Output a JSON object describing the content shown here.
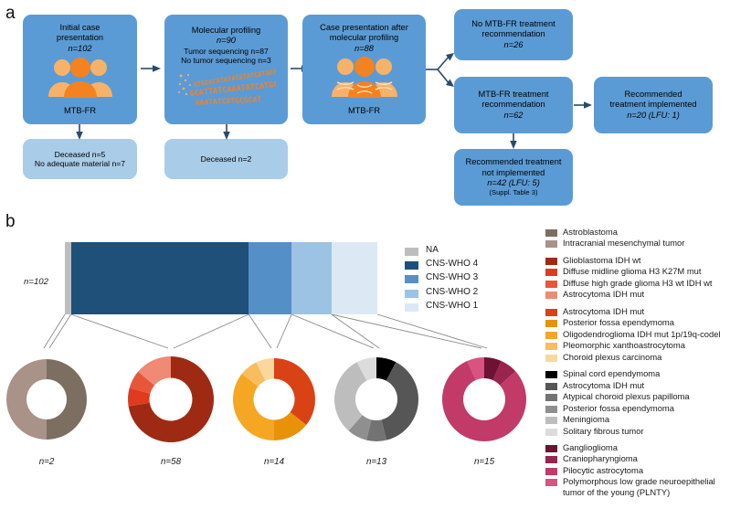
{
  "panels": {
    "a": "a",
    "b": "b"
  },
  "flow": {
    "boxes": [
      {
        "id": "initial-case-presentation",
        "title": "Initial case",
        "title2": "presentation",
        "n": "n=102",
        "icon": "people-icon",
        "footer": "MTB-FR"
      },
      {
        "id": "molecular-profiling",
        "title": "Molecular profiling",
        "n": "n=90",
        "line3": "Tumor sequencing n=87",
        "line4": "No tumor sequencing n=3",
        "icon": "dna-icon"
      },
      {
        "id": "case-presentation-after-profiling",
        "title": "Case presentation after",
        "title2": "molecular profiling",
        "n": "n=88",
        "icon": "people-dna-icon",
        "footer": "MTB-FR"
      },
      {
        "id": "deceased-no-material",
        "line1": "Deceased n=5",
        "line2": "No adequate material n=7"
      },
      {
        "id": "deceased-2",
        "line1": "Deceased n=2"
      },
      {
        "id": "no-mtb-recommendation",
        "title": "No MTB-FR treatment",
        "title2": "recommendation",
        "n": "n=26"
      },
      {
        "id": "mtb-recommendation",
        "title": "MTB-FR treatment",
        "title2": "recommendation",
        "n": "n=62"
      },
      {
        "id": "treatment-implemented",
        "title": "Recommended",
        "title2": "treatment implemented",
        "n": "n=20 (LFU: 1)"
      },
      {
        "id": "treatment-not-implemented",
        "title": "Recommended treatment",
        "title2": "not implemented",
        "n": "n=42 (LFU: 5)",
        "note": "(Suppl. Table 3)"
      }
    ]
  },
  "chart_data": [
    {
      "type": "bar",
      "orientation": "horizontal-stacked",
      "title": "",
      "total_label": "n=102",
      "categories": [
        "NA",
        "CNS-WHO 4",
        "CNS-WHO 3",
        "CNS-WHO 2",
        "CNS-WHO 1"
      ],
      "values": [
        2,
        58,
        14,
        13,
        15
      ],
      "total": 102,
      "colors": [
        "#bdbdbd",
        "#1f5079",
        "#558fc8",
        "#9cc3e4",
        "#dce9f5"
      ],
      "legend_position": "right"
    },
    {
      "type": "pie",
      "subtype": "donut",
      "title": "NA",
      "n_label": "n=2",
      "total": 2,
      "labels": [
        "Astroblastoma",
        "Intracranial mesenchymal tumor"
      ],
      "values": [
        1,
        1
      ],
      "colors": [
        "#7d6e62",
        "#a99287"
      ]
    },
    {
      "type": "pie",
      "subtype": "donut",
      "title": "CNS-WHO 4",
      "n_label": "n=58",
      "total": 58,
      "labels": [
        "Glioblastoma IDH wt",
        "Diffuse midline glioma H3 K27M mut",
        "Diffuse high grade glioma H3 wt IDH wt",
        "Astrocytoma IDH mut"
      ],
      "values": [
        42,
        4,
        4,
        8
      ],
      "colors": [
        "#9e2a13",
        "#df3b1f",
        "#e8563a",
        "#ef8a74"
      ]
    },
    {
      "type": "pie",
      "subtype": "donut",
      "title": "CNS-WHO 3",
      "n_label": "n=14",
      "total": 14,
      "labels": [
        "Astrocytoma IDH mut",
        "Posterior fossa ependymoma",
        "Oligodendroglioma IDH mut 1p/19q-codel",
        "Pleomorphic xanthoastrocytoma",
        "Choroid plexus carcinoma"
      ],
      "values": [
        5,
        2,
        5,
        1,
        1
      ],
      "colors": [
        "#d94215",
        "#e8920a",
        "#f5a623",
        "#f8bd5e",
        "#fad79b"
      ]
    },
    {
      "type": "pie",
      "subtype": "donut",
      "title": "CNS-WHO 2",
      "n_label": "n=13",
      "total": 13,
      "labels": [
        "Spinal cord ependymoma",
        "Astrocytoma IDH mut",
        "Atypical choroid plexus papilloma",
        "Posterior fossa ependymoma",
        "Meningioma",
        "Solitary fibrous tumor"
      ],
      "values": [
        1,
        5,
        1,
        1,
        4,
        1
      ],
      "colors": [
        "#000000",
        "#565656",
        "#737373",
        "#8f8f8f",
        "#bdbdbd",
        "#dcdcdc"
      ]
    },
    {
      "type": "pie",
      "subtype": "donut",
      "title": "CNS-WHO 1",
      "n_label": "n=15",
      "total": 15,
      "labels": [
        "Ganglioglioma",
        "Craniopharyngioma",
        "Pilocytic astrocytoma",
        "Polymorphous low grade neuroepithelial tumor of the young (PLNTY)"
      ],
      "values": [
        1,
        1,
        12,
        1
      ],
      "colors": [
        "#6d1232",
        "#99244d",
        "#c13a68",
        "#d8537f"
      ]
    }
  ],
  "who_legend": {
    "items": [
      {
        "label": "NA",
        "color": "#bdbdbd"
      },
      {
        "label": "CNS-WHO 4",
        "color": "#1f5079"
      },
      {
        "label": "CNS-WHO 3",
        "color": "#558fc8"
      },
      {
        "label": "CNS-WHO 2",
        "color": "#9cc3e4"
      },
      {
        "label": "CNS-WHO 1",
        "color": "#dce9f5"
      }
    ]
  },
  "tumor_legend": {
    "groups": [
      {
        "items": [
          {
            "label": "Astroblastoma",
            "color": "#7d6e62"
          },
          {
            "label": "Intracranial mesenchymal tumor",
            "color": "#a99287"
          }
        ]
      },
      {
        "items": [
          {
            "label": "Glioblastoma IDH wt",
            "color": "#9e2a13"
          },
          {
            "label": "Diffuse midline glioma H3 K27M mut",
            "color": "#df3b1f"
          },
          {
            "label": "Diffuse high grade glioma H3 wt IDH wt",
            "color": "#e8563a"
          },
          {
            "label": "Astrocytoma IDH mut",
            "color": "#ef8a74"
          }
        ]
      },
      {
        "items": [
          {
            "label": "Astrocytoma IDH mut",
            "color": "#d94215"
          },
          {
            "label": "Posterior fossa ependymoma",
            "color": "#e8920a"
          },
          {
            "label": "Oligodendroglioma IDH mut 1p/19q-codel",
            "color": "#f5a623"
          },
          {
            "label": "Pleomorphic xanthoastrocytoma",
            "color": "#f8bd5e"
          },
          {
            "label": "Choroid plexus carcinoma",
            "color": "#fad79b"
          }
        ]
      },
      {
        "items": [
          {
            "label": "Spinal cord ependymoma",
            "color": "#000000"
          },
          {
            "label": "Astrocytoma IDH mut",
            "color": "#565656"
          },
          {
            "label": "Atypical choroid plexus papilloma",
            "color": "#737373"
          },
          {
            "label": "Posterior fossa ependymoma",
            "color": "#8f8f8f"
          },
          {
            "label": "Meningioma",
            "color": "#bdbdbd"
          },
          {
            "label": "Solitary fibrous tumor",
            "color": "#dcdcdc"
          }
        ]
      },
      {
        "items": [
          {
            "label": "Ganglioglioma",
            "color": "#6d1232"
          },
          {
            "label": "Craniopharyngioma",
            "color": "#99244d"
          },
          {
            "label": "Pilocytic astrocytoma",
            "color": "#c13a68"
          },
          {
            "label": "Polymorphous low grade neuroepithelial tumor of the young (PLNTY)",
            "color": "#d8537f"
          }
        ]
      }
    ]
  }
}
